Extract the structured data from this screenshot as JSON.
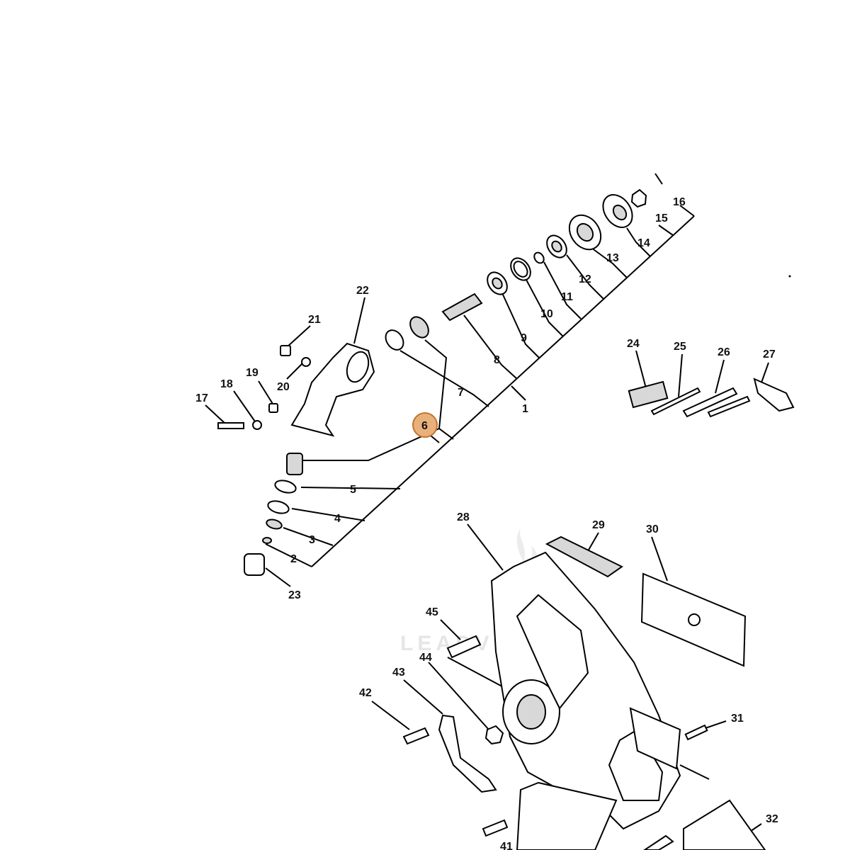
{
  "diagram": {
    "highlight_color": "#e8b07a",
    "highlighted_callout": "6",
    "watermark": "LEADVENTURE",
    "callouts": [
      "1",
      "2",
      "3",
      "4",
      "5",
      "6",
      "7",
      "8",
      "9",
      "10",
      "11",
      "12",
      "13",
      "14",
      "15",
      "16",
      "17",
      "18",
      "19",
      "20",
      "21",
      "22",
      "23",
      "24",
      "25",
      "26",
      "27",
      "28",
      "29",
      "30",
      "31",
      "32",
      "41",
      "42",
      "43",
      "44",
      "45"
    ]
  }
}
